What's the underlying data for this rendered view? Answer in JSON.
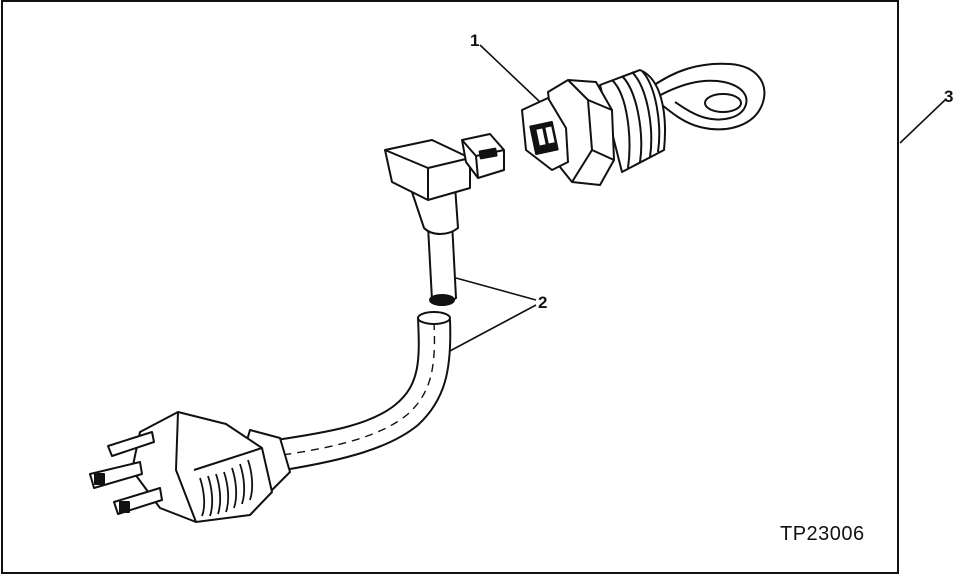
{
  "callouts": {
    "one": "1",
    "two": "2",
    "three": "3"
  },
  "figure_id": "TP23006",
  "colors": {
    "ink": "#111111",
    "paper": "#ffffff"
  }
}
